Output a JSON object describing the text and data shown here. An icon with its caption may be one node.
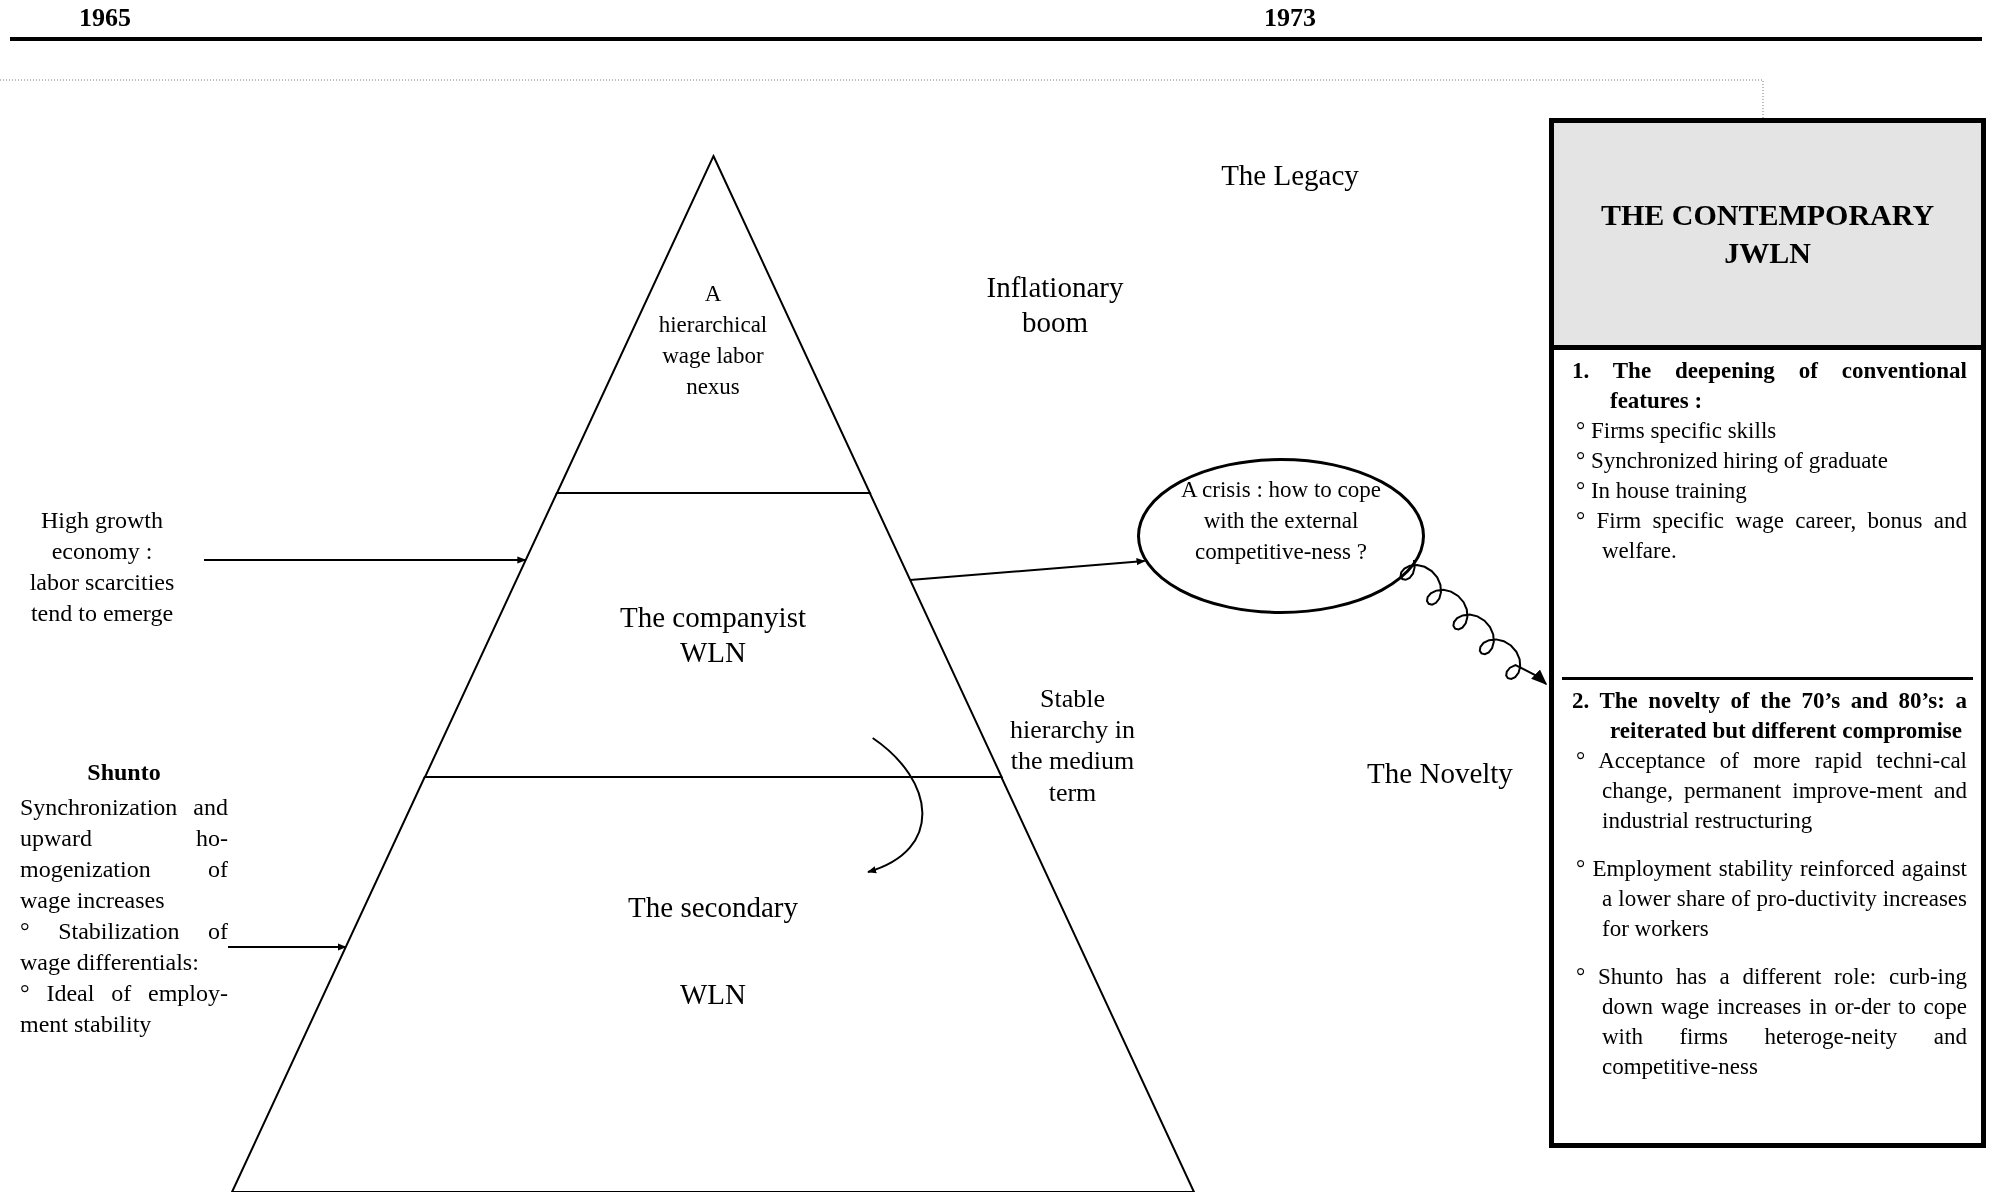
{
  "diagram": {
    "nodes": [
      {
        "text": [
          "A hierarchical wage labor nexus"
        ]
      },
      {
        "text": [
          "The companyist WLN"
        ]
      },
      {
        "text": [
          "The secondary WLN"
        ]
      },
      {
        "text": [
          "High growth economy : labor scarcities tend to emerge"
        ]
      },
      {
        "text": [
          "Shunto",
          "Synchronization and upward ho-mogenization of wage increases",
          "° Stabilization of wage differentials:",
          "° Ideal of employ-ment stability"
        ]
      },
      {
        "text": [
          "A crisis : how to cope with the external competitive-ness ?"
        ]
      },
      {
        "text": [
          "THE CONTEMPORARY JWLN"
        ]
      },
      {
        "text": [
          "1. The deepening of conventional features :",
          "° Firms specific skills",
          "° Synchronized hiring of graduate",
          "° In house training",
          "° Firm specific wage career, bonus and welfare."
        ],
        "in": 6
      },
      {
        "text": [
          "2. The novelty of the 70’s and 80’s: a reiterated but different compromise",
          "° Acceptance of more rapid techni-cal change, permanent improve-ment and industrial restructuring",
          "° Employment stability reinforced against a lower share of pro-ductivity increases for workers",
          "° Shunto has a different role: curb-ing down wage increases in or-der to cope  with firms heteroge-neity and competitive-ness"
        ],
        "in": 6
      }
    ],
    "edges": [
      {
        "from": 3,
        "to": 1,
        "arrow": "to"
      },
      {
        "from": 4,
        "to": 2,
        "arrow": "to"
      },
      {
        "from": 1,
        "to": 5,
        "arrow": "to"
      },
      {
        "from": 1,
        "to": 2,
        "arrow": "to"
      },
      {
        "from": 5,
        "to": 8,
        "arrow": "to"
      }
    ],
    "labels": [
      "1965",
      "1973",
      "The Legacy",
      "Inflationary boom",
      "Stable hierarchy in the medium term",
      "The Novelty"
    ]
  }
}
